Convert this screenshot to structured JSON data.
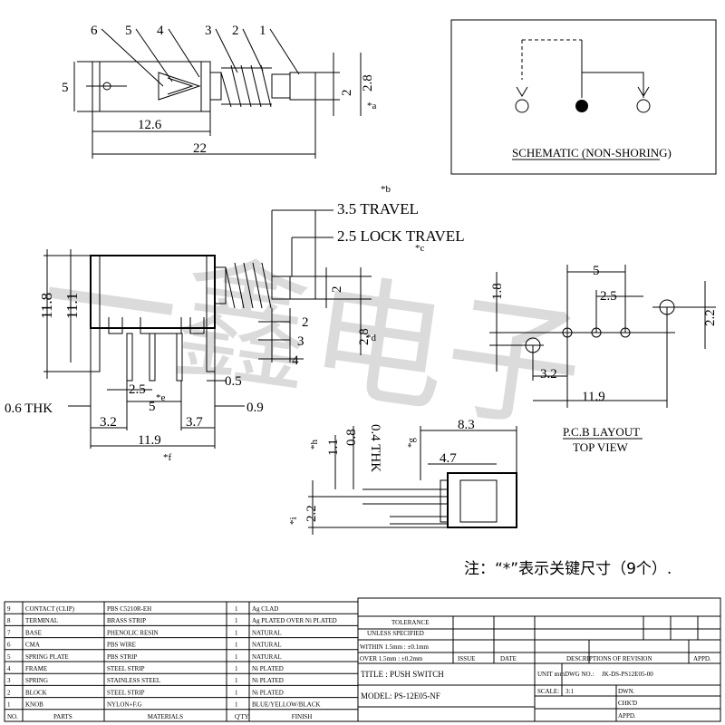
{
  "top_view": {
    "part_numbers": [
      "6",
      "5",
      "4",
      "3",
      "2",
      "1"
    ],
    "dims": {
      "height": "5",
      "body_len": "12.6",
      "total_len": "22",
      "tip_h": "2.8",
      "tip_d": "2",
      "mark_a": "*a"
    }
  },
  "schematic": {
    "caption": "SCHEMATIC (NON-SHORING)"
  },
  "side_view": {
    "dims": {
      "travel": "3.5 TRAVEL",
      "lock": "2.5 LOCK TRAVEL",
      "mark_b": "*b",
      "mark_c": "*c",
      "h1": "11.8",
      "h2": "11.1",
      "d2": "2",
      "d2b": "2",
      "d3": "3",
      "d4": "4",
      "d28": "2.8",
      "mark_d": "*d",
      "p25": "2.5",
      "mark_e": "*e",
      "p5": "5",
      "p05": "0.5",
      "thk": "0.6 THK",
      "p09": "0.9",
      "p32": "3.2",
      "p37": "3.7",
      "p119": "11.9",
      "mark_f": "*f"
    }
  },
  "pcb": {
    "dims": {
      "d5": "5",
      "d25": "2.5",
      "d18": "1.8",
      "d22": "2.2",
      "d32": "3.2",
      "d119": "11.9"
    },
    "title": "P.C.B LAYOUT",
    "subtitle": "TOP VIEW"
  },
  "front_view": {
    "dims": {
      "thk": "0.4 THK",
      "d83": "8.3",
      "d47": "4.7",
      "mark_g": "*g",
      "d08": "0.8",
      "d11": "1.1",
      "mark_h": "*h",
      "d22": "2.2",
      "mark_i": "*i"
    }
  },
  "note": "注：“*”表示关键尺寸（9个）.",
  "watermark": "一鑫电子",
  "parts_table": {
    "headers": [
      "NO.",
      "PARTS",
      "MATERIALS",
      "Q'TY",
      "FINISH"
    ],
    "rows": [
      [
        "9",
        "CONTACT (CLIP)",
        "PBS C5210R-EH",
        "1",
        "Ag CLAD"
      ],
      [
        "8",
        "TERMINAL",
        "BRASS STRIP",
        "1",
        "Ag PLATED OVER Ni PLATED"
      ],
      [
        "7",
        "BASE",
        "PHENOLIC RESIN",
        "1",
        "NATURAL"
      ],
      [
        "6",
        "CMA",
        "PBS WIRE",
        "1",
        "NATURAL"
      ],
      [
        "5",
        "SPRING PLATE",
        "PBS STRIP",
        "1",
        "NATURAL"
      ],
      [
        "4",
        "FRAME",
        "STEEL STRIP",
        "1",
        "Ni PLATED"
      ],
      [
        "3",
        "SPRING",
        "STAINLESS STEEL",
        "1",
        "Ni PLATED"
      ],
      [
        "2",
        "BLOCK",
        "STEEL STRIP",
        "1",
        "Ni PLATED"
      ],
      [
        "1",
        "KNOB",
        "NYLON+F.G",
        "1",
        "BLUE/YELLOW/BLACK"
      ]
    ]
  },
  "title_block": {
    "tolerance": "TOLERANCE",
    "unless": "UNLESS   SPECIFIED",
    "within": "WITHIN 1.5mm : ±0.1mm",
    "over": "OVER   1.5mm : ±0.2mm",
    "issue": "ISSUE",
    "date": "DATE",
    "revision": "DESCRIPTIONS OF REVISION",
    "appd": "APPD.",
    "title": "TITLE : PUSH SWITCH",
    "model": "MODEL:  PS-12E05-NF",
    "unit_label": "UNIT :",
    "unit_value": "mm",
    "dwg_label": "DWG NO.:",
    "dwg_value": "JK-DS-PS12E05-00",
    "scale_label": "SCALE:",
    "scale_value": "3:1",
    "dwn": "DWN.",
    "chkd": "CHK'D",
    "appd2": "APPD."
  }
}
